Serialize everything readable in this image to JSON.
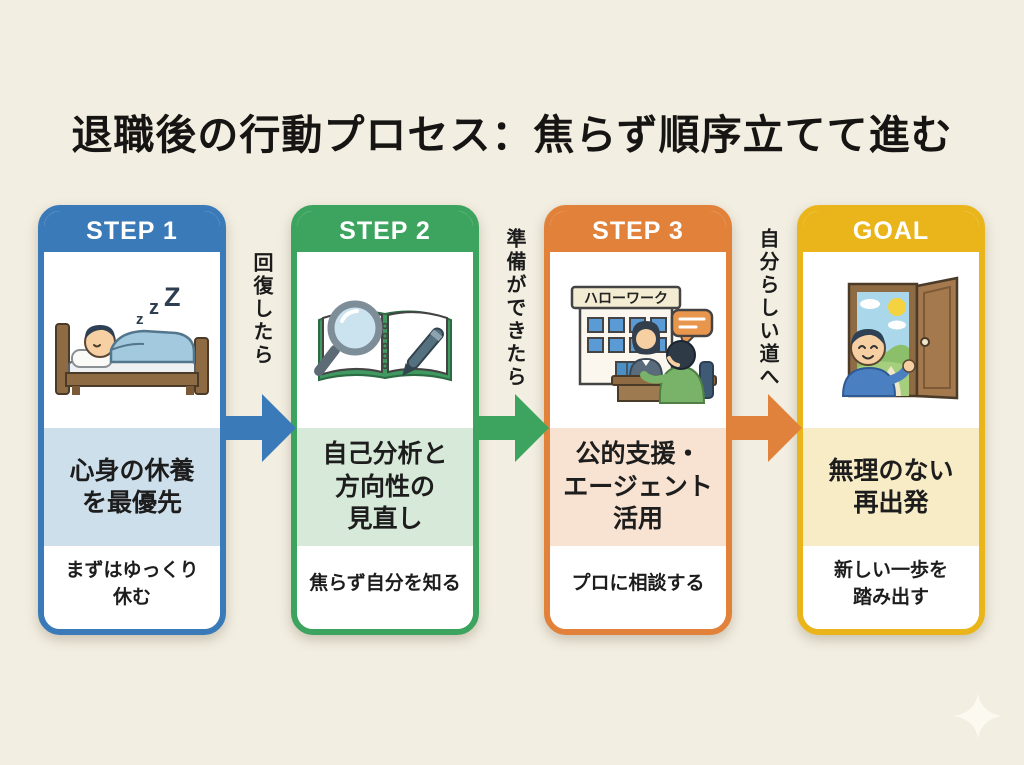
{
  "page": {
    "title": "退職後の行動プロセス：焦らず順序立てて進む",
    "background_color": "#f2eee1"
  },
  "steps": [
    {
      "header": "STEP 1",
      "color": "#3b7ab8",
      "light_color": "#cddfeb",
      "title": "心身の休養\nを最優先",
      "subtitle": "まずはゆっくり\n休む",
      "illustration": "person-sleeping-in-bed",
      "zzz": [
        "z",
        "z",
        "Z"
      ]
    },
    {
      "header": "STEP 2",
      "color": "#3da45f",
      "light_color": "#d7ead9",
      "title": "自己分析と\n方向性の\n見直し",
      "subtitle": "焦らず自分を知る",
      "illustration": "notebook-magnifier-pen"
    },
    {
      "header": "STEP 3",
      "color": "#e2813a",
      "light_color": "#f8e3d2",
      "title": "公的支援・\nエージェント\n活用",
      "subtitle": "プロに相談する",
      "illustration": "hellowork-consultation",
      "sign_text": "ハローワーク"
    },
    {
      "header": "GOAL",
      "color": "#eab51b",
      "light_color": "#f8ecc7",
      "title": "無理のない\n再出発",
      "subtitle": "新しい一歩を\n踏み出す",
      "illustration": "open-door-new-start"
    }
  ],
  "arrows": [
    {
      "label": "回復したら",
      "color": "#3b7ab8"
    },
    {
      "label": "準備ができたら",
      "color": "#3da45f"
    },
    {
      "label": "自分らしい道へ",
      "color": "#e0813c"
    }
  ],
  "decorations": {
    "sparkle_color": "#fdfaf2"
  }
}
